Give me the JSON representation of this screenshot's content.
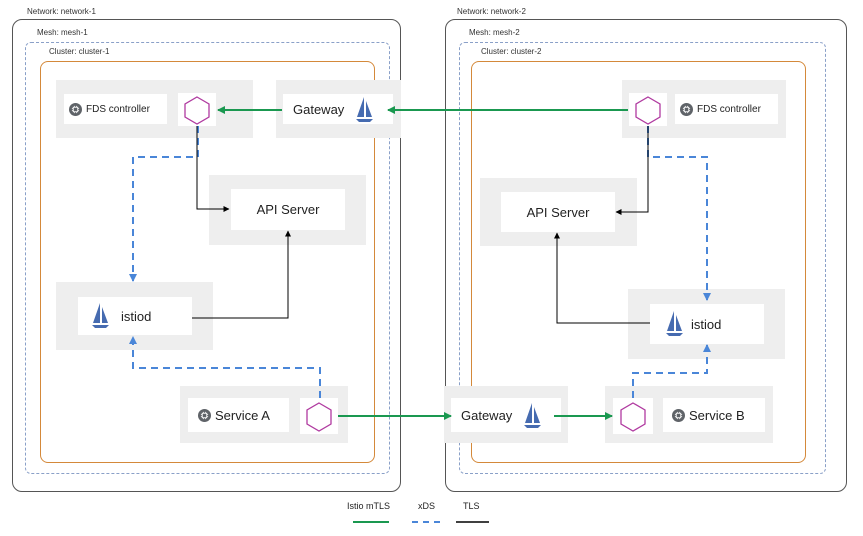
{
  "networks": [
    {
      "label": "Network: network-1",
      "mesh": "Mesh: mesh-1",
      "cluster": "Cluster: cluster-1"
    },
    {
      "label": "Network: network-2",
      "mesh": "Mesh: mesh-2",
      "cluster": "Cluster: cluster-2"
    }
  ],
  "nodes": {
    "fds_controller_1": "FDS controller",
    "gateway_1": "Gateway",
    "api_server_1": "API Server",
    "istiod_1": "istiod",
    "service_a": "Service A",
    "gateway_2": "Gateway",
    "fds_controller_2": "FDS controller",
    "api_server_2": "API Server",
    "istiod_2": "istiod",
    "service_b": "Service B"
  },
  "legend": {
    "mtls": "Istio mTLS",
    "xds": "xDS",
    "tls": "TLS"
  },
  "colors": {
    "mtls": "#1a9850",
    "xds": "#4a86d8",
    "tls": "#000000",
    "proxy": "#b03aa0",
    "istio_logo": "#466bb0"
  },
  "icons": {
    "proxy": "hexagon-icon",
    "workload": "chip-icon",
    "istio": "istio-sail-icon"
  }
}
